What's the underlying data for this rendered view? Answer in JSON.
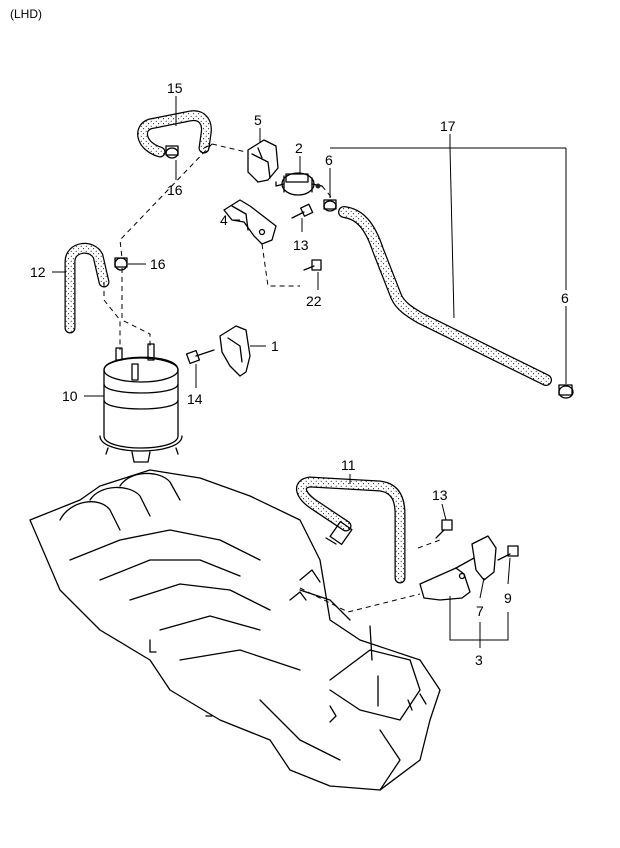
{
  "header": {
    "variant": "(LHD)"
  },
  "callouts": {
    "c15": "15",
    "c5": "5",
    "c2": "2",
    "c17": "17",
    "c6a": "6",
    "c6b": "6",
    "c4": "4",
    "c13a": "13",
    "c16a": "16",
    "c16b": "16",
    "c12": "12",
    "c22": "22",
    "c1": "1",
    "c10": "10",
    "c14": "14",
    "c11": "11",
    "c13b": "13",
    "c7": "7",
    "c9": "9",
    "c3": "3"
  }
}
